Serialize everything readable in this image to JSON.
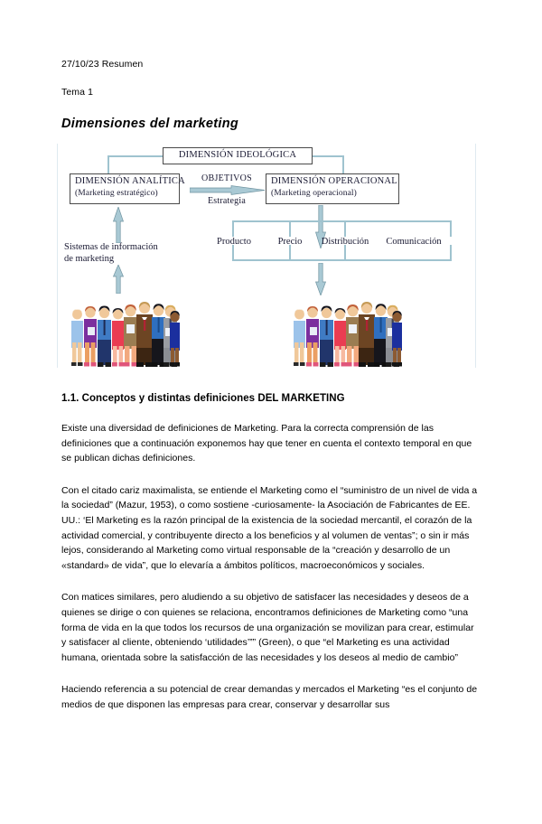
{
  "header": {
    "date_line": "27/10/23 Resumen",
    "topic_line": "Tema 1",
    "title": "Dimensiones del marketing"
  },
  "figure": {
    "boxes": {
      "ideological": "DIMENSIÓN IDEOLÓGICA",
      "analytical_title": "DIMENSIÓN ANALÍTICA",
      "analytical_sub": "(Marketing estratégico)",
      "operational_title": "DIMENSIÓN OPERACIONAL",
      "operational_sub": "(Marketing operacional)"
    },
    "center": {
      "objetivos": "OBJETIVOS",
      "estrategia": "Estrategia"
    },
    "left_caption_line1": "Sistemas de información",
    "left_caption_line2": "de marketing",
    "marketing_mix": [
      "Producto",
      "Precio",
      "Distribución",
      "Comunicación"
    ],
    "illustrations": [
      "business-people-group-left",
      "business-people-group-right"
    ],
    "colors": {
      "arrow_fill": "#a9c9d4",
      "arrow_stroke": "#6f93a0",
      "box_border": "#4a4a4a",
      "connector": "#9fc3cf"
    }
  },
  "section": {
    "heading": "1.1. Conceptos y distintas definiciones DEL MARKETING",
    "paragraphs": [
      "Existe una diversidad de definiciones de Marketing. Para la correcta comprensión de las definiciones que a continuación exponemos hay que tener en cuenta el contexto temporal en que se publican dichas definiciones.",
      "Con el citado cariz maximalista, se entiende el Marketing como el “suministro de un nivel de vida a la sociedad” (Mazur, 1953), o como sostiene -curiosamente- la Asociación de Fabricantes de EE. UU.: ‘El Marketing es la razón principal de la existencia de la sociedad mercantil, el corazón de la actividad comercial, y contribuyente directo a los beneficios y al volumen de ventas”; o sin ir más lejos, considerando al Marketing como virtual responsable de la “creación y desarrollo de un «standard» de vida”, que lo elevaría a ámbitos políticos, macroeconómicos y sociales.",
      "Con matices similares, pero aludiendo a su objetivo de satisfacer las necesidades y deseos de a quienes se dirige o con quienes se relaciona, encontramos definiciones de Marketing como “una forma de vida en la que todos los recursos de una organización se movilizan para crear, estimular y satisfacer al cliente, obteniendo ‘utilidades’”” (Green), o que “el Marketing es una actividad humana, orientada sobre la satisfacción de las necesidades y los deseos al medio de cambio”",
      "Haciendo referencia a su potencial de crear demandas y mercados el Marketing “es el conjunto de medios de que disponen las empresas para crear, conservar y desarrollar sus"
    ]
  }
}
